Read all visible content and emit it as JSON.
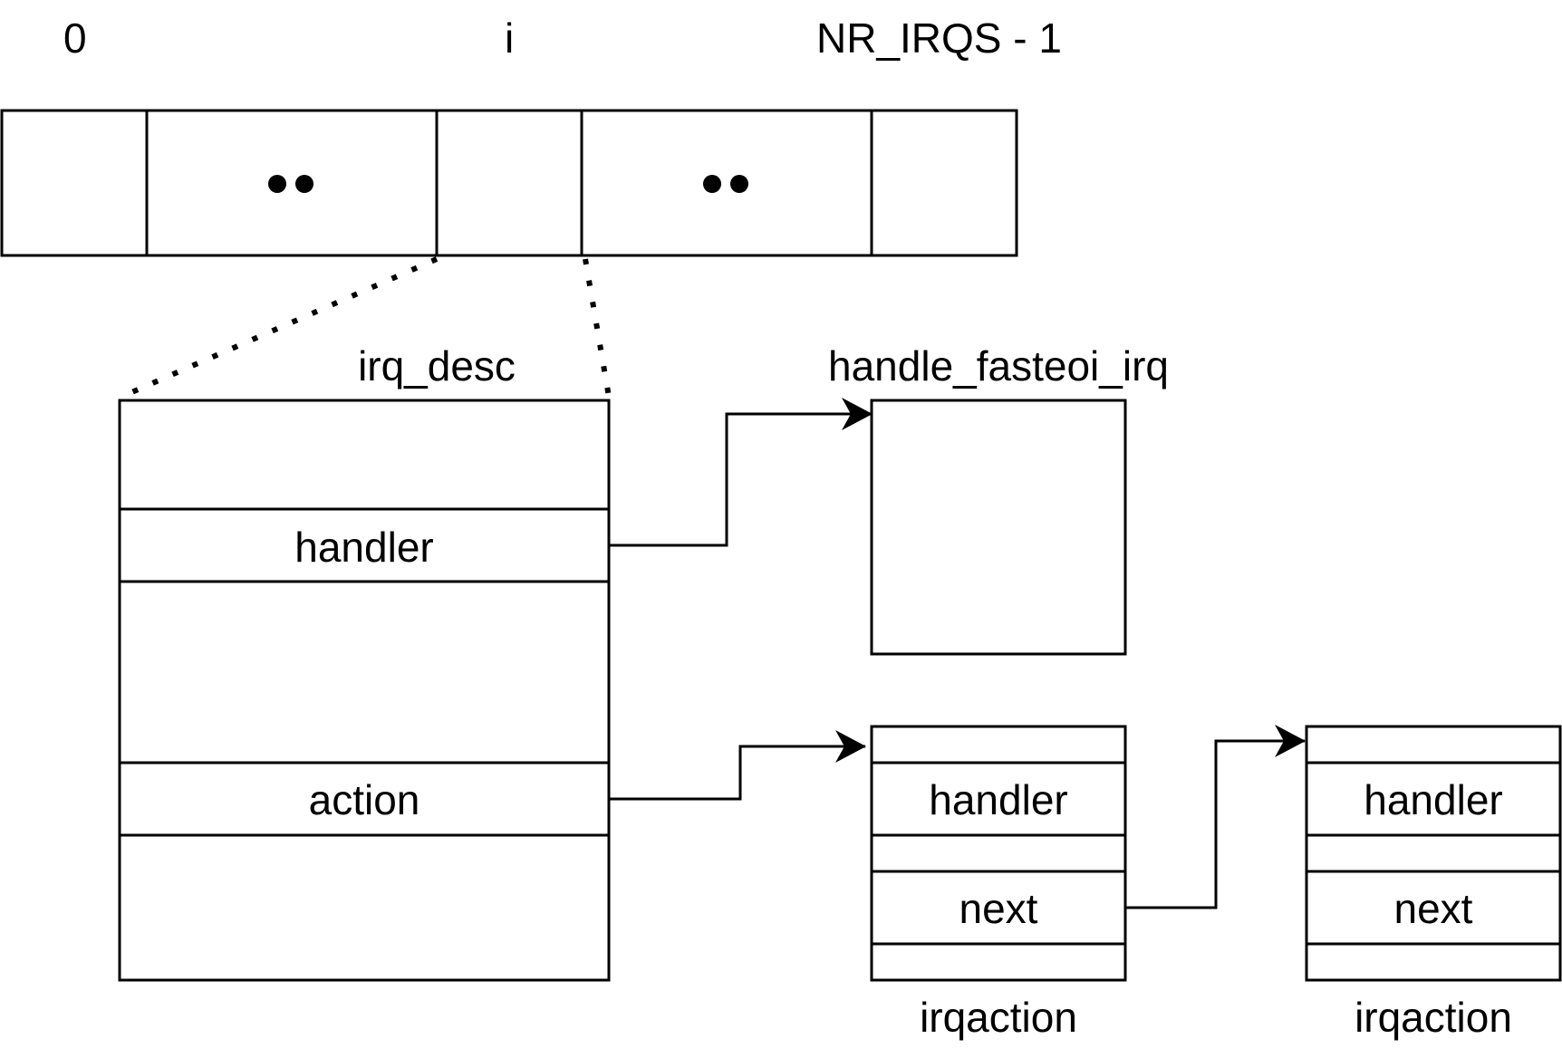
{
  "array": {
    "index_first": "0",
    "index_i": "i",
    "index_last": "NR_IRQS - 1",
    "ellipsis_left": "●●",
    "ellipsis_right": "●●"
  },
  "irq_desc": {
    "title": "irq_desc",
    "handler_field": "handler",
    "action_field": "action"
  },
  "handle_fasteoi_irq": {
    "title": "handle_fasteoi_irq"
  },
  "irqaction_1": {
    "handler_field": "handler",
    "next_field": "next",
    "caption": "irqaction"
  },
  "irqaction_2": {
    "handler_field": "handler",
    "next_field": "next",
    "caption": "irqaction"
  }
}
